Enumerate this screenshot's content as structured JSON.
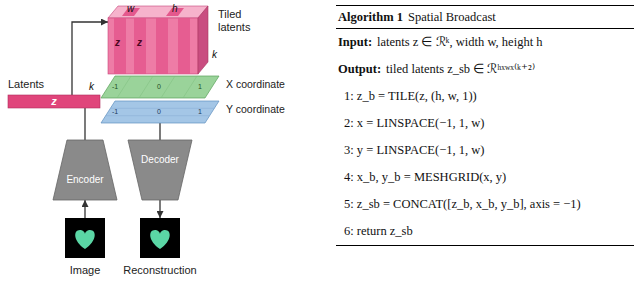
{
  "diagram": {
    "nodes": [
      {
        "text": [
          "Tiled latents"
        ]
      },
      {
        "text": [
          "X coordinate"
        ]
      },
      {
        "text": [
          "Y coordinate"
        ]
      },
      {
        "text": [
          "Latents",
          "z"
        ]
      },
      {
        "text": [
          "Encoder"
        ]
      },
      {
        "text": [
          "Decoder"
        ]
      },
      {
        "text": [
          "Image"
        ]
      },
      {
        "text": [
          "Reconstruction"
        ]
      },
      {
        "text": [
          "Algorithm 1",
          "Spatial Broadcast",
          "Input:",
          "latents z ∈ ℛᵏ, width w, height h",
          "Output:",
          "tiled latents z_sb ∈ ℛʰˣʷˣ⁽ᵏ⁺²⁾",
          "1:  z_b = TILE(z, (h, w, 1))",
          "2:  x = LINSPACE(−1, 1, w)",
          "3:  y = LINSPACE(−1, 1, w)",
          "4:  x_b, y_b = MESHGRID(x, y)",
          "5:  z_sb = CONCAT([z_b, x_b, y_b], axis = −1)",
          "6:  return z_sb"
        ]
      }
    ],
    "edges": [
      {
        "from": 3,
        "to": 0,
        "arrow": "to"
      },
      {
        "from": 4,
        "to": 3,
        "arrow": "none"
      },
      {
        "from": 6,
        "to": 4,
        "arrow": "to"
      },
      {
        "from": 5,
        "to": 7,
        "arrow": "to"
      },
      {
        "from": 2,
        "to": 5,
        "arrow": "none"
      }
    ],
    "labels": [
      "w",
      "h",
      "k",
      "z",
      "z",
      "k",
      "-1",
      "0",
      "1",
      "-1",
      "0",
      "1"
    ]
  }
}
